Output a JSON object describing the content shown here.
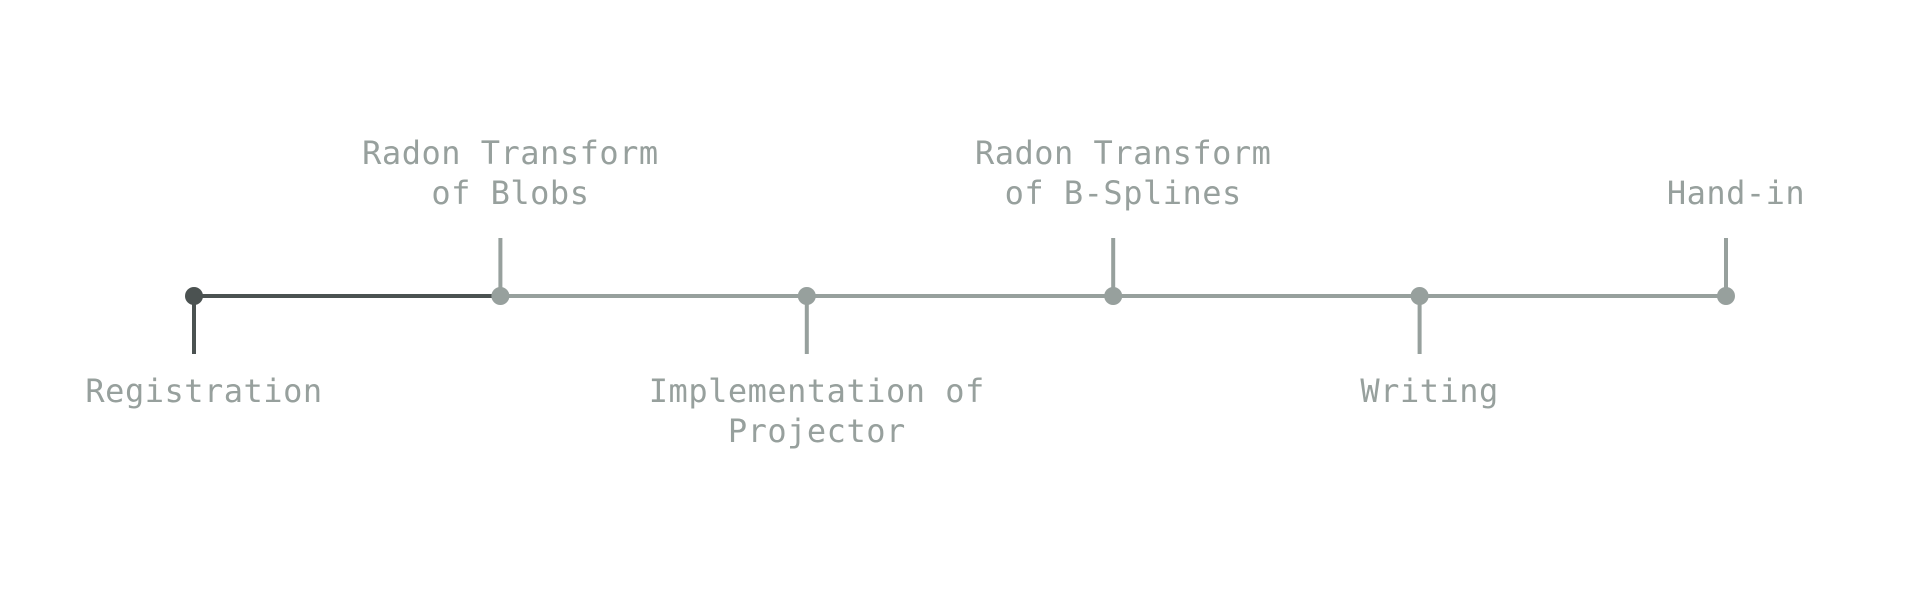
{
  "timeline": {
    "completed_color": "#4b5251",
    "pending_color": "#97a09d",
    "text_color": "#97a09d",
    "progress_completed_steps": 1,
    "milestones": [
      {
        "id": "registration",
        "label_lines": [
          "Registration"
        ],
        "label_side": "below"
      },
      {
        "id": "radon-blobs",
        "label_lines": [
          "Radon Transform",
          "of Blobs"
        ],
        "label_side": "above"
      },
      {
        "id": "projector",
        "label_lines": [
          "Implementation of",
          "Projector"
        ],
        "label_side": "below"
      },
      {
        "id": "radon-bsplines",
        "label_lines": [
          "Radon Transform",
          "of B-Splines"
        ],
        "label_side": "above"
      },
      {
        "id": "writing",
        "label_lines": [
          "Writing"
        ],
        "label_side": "below"
      },
      {
        "id": "hand-in",
        "label_lines": [
          "Hand-in"
        ],
        "label_side": "above"
      }
    ]
  }
}
